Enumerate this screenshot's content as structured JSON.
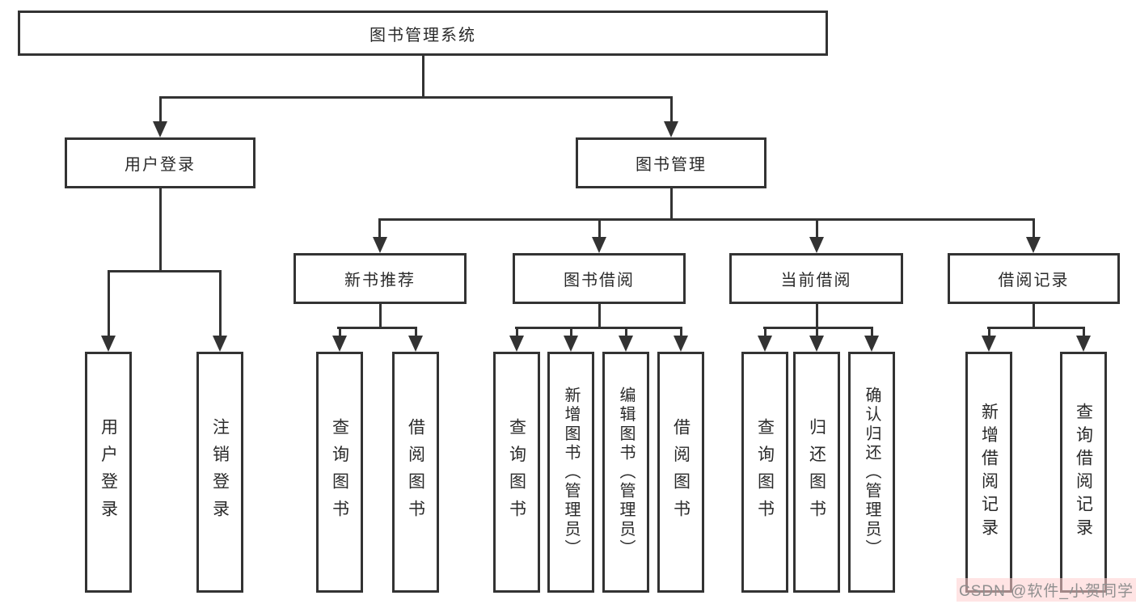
{
  "diagram": {
    "root": {
      "label": "图书管理系统"
    },
    "branches": [
      {
        "label": "用户登录",
        "children": [
          {
            "label": "用户登录"
          },
          {
            "label": "注销登录"
          }
        ]
      },
      {
        "label": "图书管理",
        "children": [
          {
            "label": "新书推荐",
            "children": [
              {
                "label": "查询图书"
              },
              {
                "label": "借阅图书"
              }
            ]
          },
          {
            "label": "图书借阅",
            "children": [
              {
                "label": "查询图书"
              },
              {
                "label": "新增图书（管理员）"
              },
              {
                "label": "编辑图书（管理员）"
              },
              {
                "label": "借阅图书"
              }
            ]
          },
          {
            "label": "当前借阅",
            "children": [
              {
                "label": "查询图书"
              },
              {
                "label": "归还图书"
              },
              {
                "label": "确认归还（管理员）"
              }
            ]
          },
          {
            "label": "借阅记录",
            "children": [
              {
                "label": "新增借阅记录"
              },
              {
                "label": "查询借阅记录"
              }
            ]
          }
        ]
      }
    ]
  },
  "watermark": {
    "text": "CSDN @软件_小贺同学"
  },
  "colors": {
    "line": "#333333",
    "text": "#2a2a2a",
    "background": "#ffffff",
    "watermark_text": "#8f8f8f"
  }
}
